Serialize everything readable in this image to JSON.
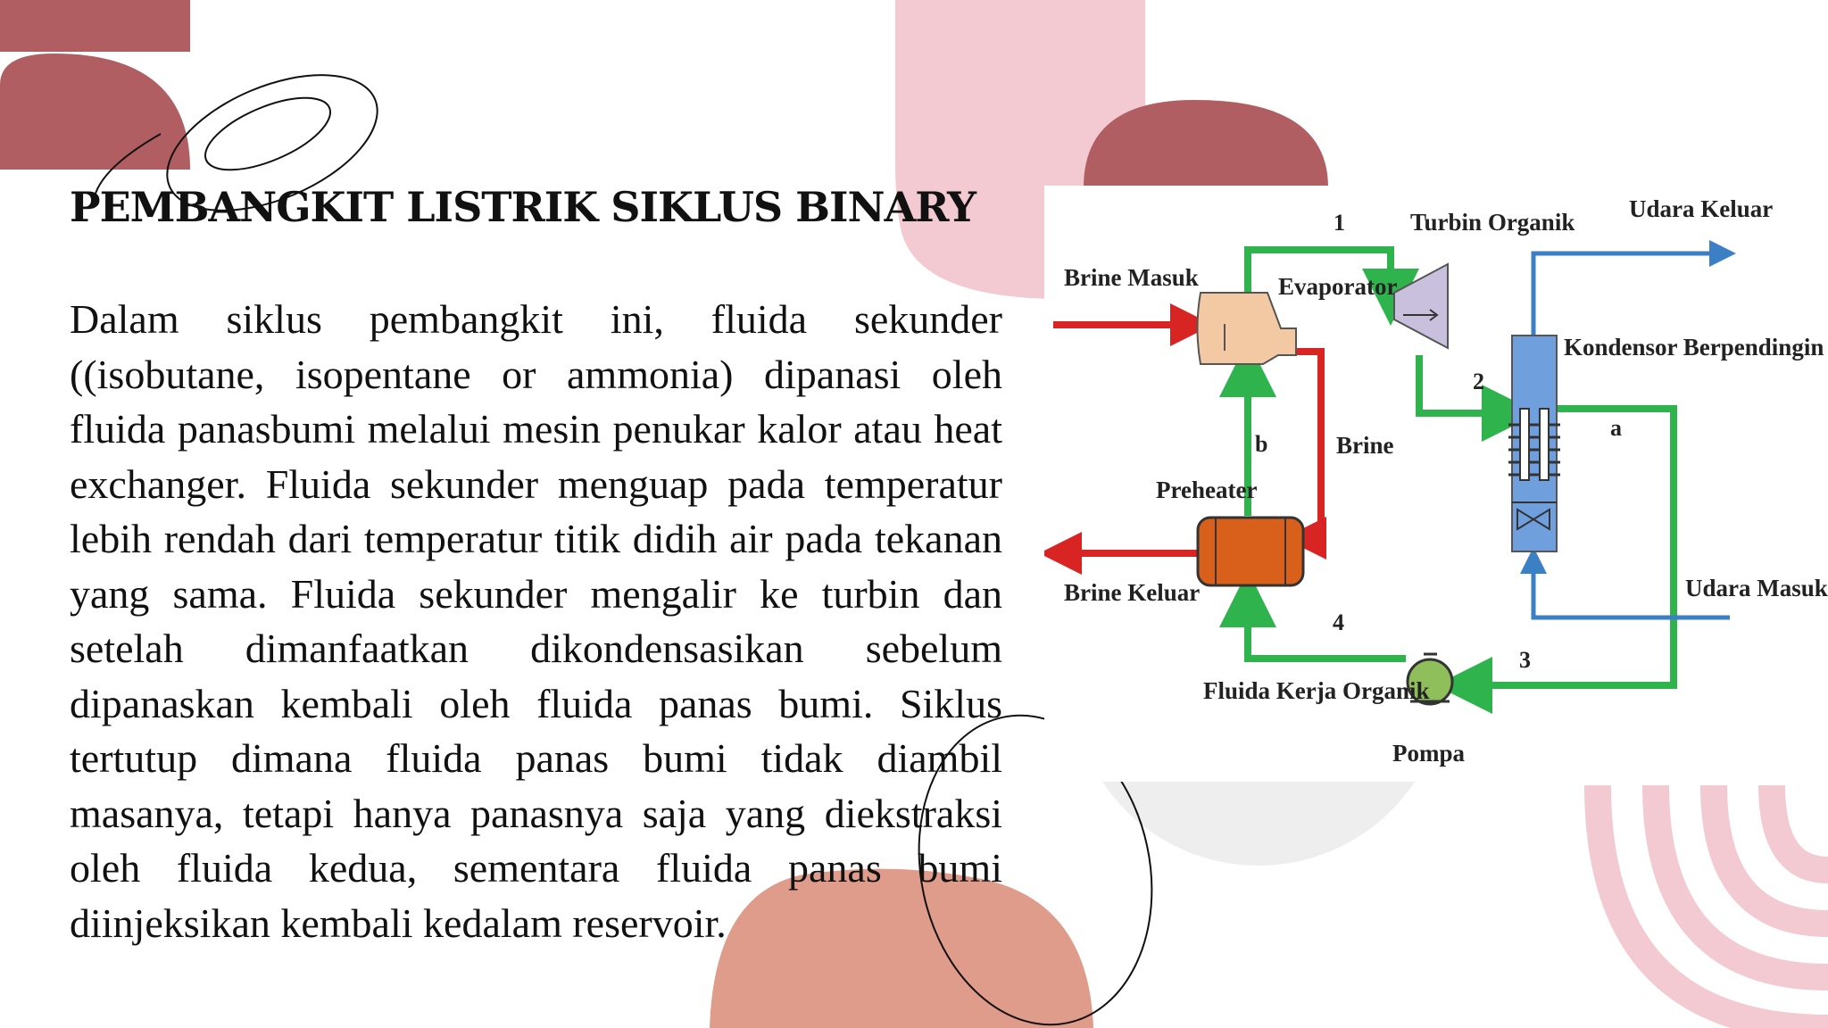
{
  "slide": {
    "title": "PEMBANGKIT LISTRIK SIKLUS BINARY",
    "body": "Dalam siklus pembangkit ini, fluida sekunder ((isobutane, isopentane or ammonia) dipanasi oleh fluida panasbumi melalui mesin penukar kalor atau heat exchanger. Fluida sekunder menguap pada temperatur lebih rendah dari temperatur titik didih air pada tekanan yang sama. Fluida sekunder mengalir ke turbin dan setelah dimanfaatkan dikondensasikan sebelum dipanaskan kembali oleh fluida panas bumi. Siklus tertutup dimana fluida panas bumi tidak diambil masanya, tetapi hanya panasnya saja yang diekstraksi oleh fluida kedua, sementara fluida panas bumi diinjeksikan kembali kedalam reservoir."
  },
  "diagram": {
    "labels": {
      "brine_masuk": "Brine Masuk",
      "evaporator": "Evaporator",
      "turbin_organik": "Turbin Organik",
      "udara_keluar": "Udara Keluar",
      "kondensor": "Kondensor Berpendingin Udara",
      "brine": "Brine",
      "preheater": "Preheater",
      "brine_keluar": "Brine Keluar",
      "udara_masuk": "Udara Masuk",
      "fluida_kerja": "Fluida Kerja Organik",
      "pompa": "Pompa"
    },
    "points": {
      "p1": "1",
      "p2": "2",
      "p3": "3",
      "p4": "4",
      "a": "a",
      "b": "b"
    },
    "colors": {
      "working_fluid": "#2fb34d",
      "brine": "#d92424",
      "air": "#3b7fc4",
      "evaporator": "#f3c9a4",
      "preheater": "#d9601a",
      "turbine": "#c9c0de",
      "condenser": "#6f9fdc",
      "pump": "#8fbf5a"
    }
  },
  "decor_colors": {
    "maroon": "#b15e62",
    "pink": "#f3c9d2",
    "salmon": "#e09c8a",
    "grey": "#eeeeee"
  }
}
